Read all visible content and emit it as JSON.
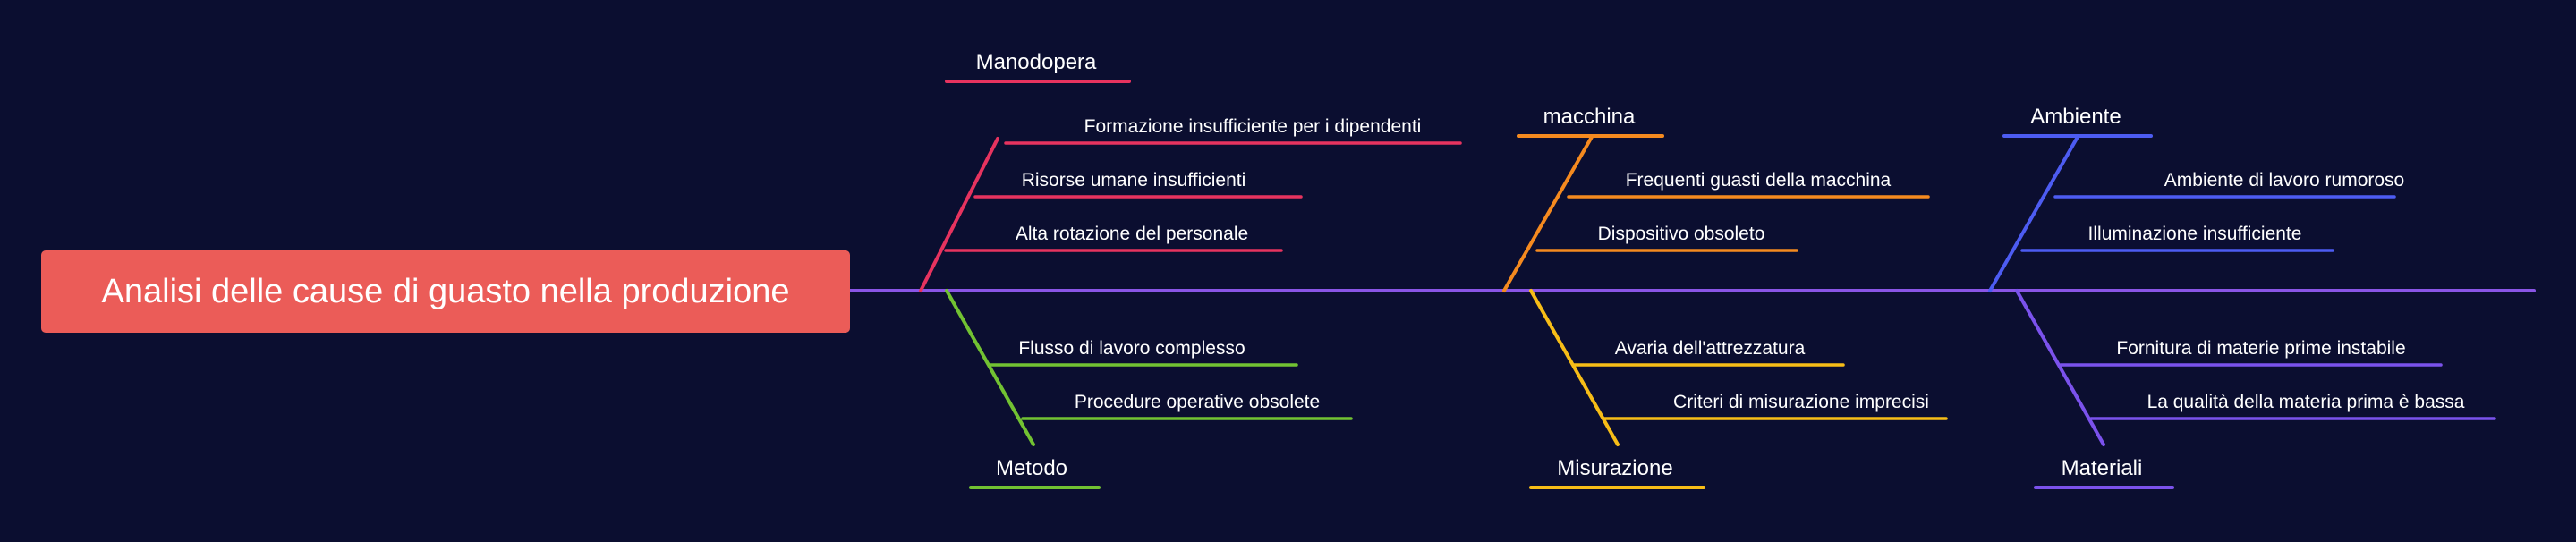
{
  "title": "Analisi delle cause di guasto nella produzione",
  "colors": {
    "background": "#0b0e30",
    "head": "#eb5c58",
    "spine": "#8a55e6",
    "text": "#ffffff"
  },
  "categories": [
    {
      "key": "manodopera",
      "label": "Manodopera",
      "color": "#e7335f",
      "causes": [
        "Formazione insufficiente per i dipendenti",
        "Risorse umane insufficienti",
        "Alta rotazione del personale"
      ]
    },
    {
      "key": "macchina",
      "label": "macchina",
      "color": "#f58a1f",
      "causes": [
        "Frequenti guasti della macchina",
        "Dispositivo obsoleto"
      ]
    },
    {
      "key": "ambiente",
      "label": "Ambiente",
      "color": "#4d5cf2",
      "causes": [
        "Ambiente di lavoro rumoroso",
        "Illuminazione insufficiente"
      ]
    },
    {
      "key": "metodo",
      "label": "Metodo",
      "color": "#72c232",
      "causes": [
        "Flusso di lavoro complesso",
        "Procedure operative obsolete"
      ]
    },
    {
      "key": "misurazione",
      "label": "Misurazione",
      "color": "#f7bd17",
      "causes": [
        "Avaria dell'attrezzatura",
        "Criteri di misurazione imprecisi"
      ]
    },
    {
      "key": "materiali",
      "label": "Materiali",
      "color": "#7b52ec",
      "causes": [
        "Fornitura di materie prime instabile",
        "La qualità della materia prima è bassa"
      ]
    }
  ]
}
